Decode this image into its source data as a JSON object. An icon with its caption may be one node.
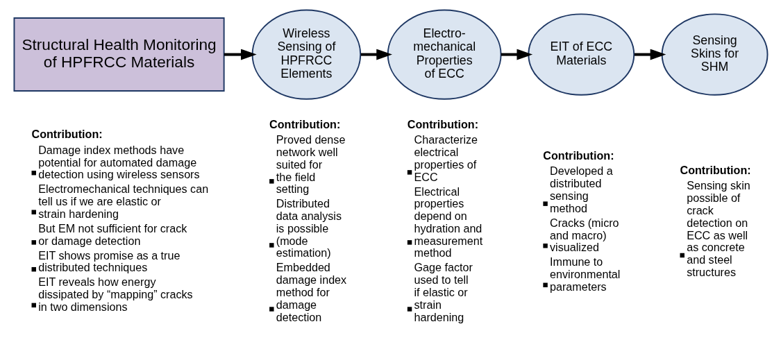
{
  "diagram": {
    "nodes": [
      {
        "text": [
          "Structural Health Monitoring of HPFRCC Materials"
        ],
        "beside": [
          "Contribution:",
          "Damage index methods have potential for automated damage detection using wireless sensors",
          "Electromechanical techniques can tell us if we are elastic or strain hardening",
          "But EM not sufficient for crack or damage detection",
          "EIT shows promise as a true distributed techniques",
          "EIT reveals how energy dissipated by “mapping” cracks in two dimensions"
        ]
      },
      {
        "text": [
          "Wireless Sensing of HPFRCC Elements"
        ],
        "beside": [
          "Contribution:",
          "Proved dense network well suited for the field setting",
          "Distributed data analysis is possible (mode estimation)",
          "Embedded damage index method for damage detection"
        ]
      },
      {
        "text": [
          "Electro-mechanical Properties of ECC"
        ],
        "beside": [
          "Contribution:",
          "Characterize electrical properties of ECC",
          "Electrical properties depend on hydration and measurement method",
          "Gage factor used to tell if elastic or strain hardening"
        ]
      },
      {
        "text": [
          "EIT of ECC Materials"
        ],
        "beside": [
          "Contribution:",
          "Developed a distributed sensing method",
          "Cracks (micro and macro) visualized",
          "Immune to environmental parameters"
        ]
      },
      {
        "text": [
          "Sensing Skins for SHM"
        ],
        "beside": [
          "Contribution:",
          "Sensing skin possible of crack detection on ECC as well as concrete and steel structures"
        ]
      }
    ],
    "edges": [
      {
        "from": 0,
        "to": 1,
        "arrow": "to"
      },
      {
        "from": 1,
        "to": 2,
        "arrow": "to"
      },
      {
        "from": 2,
        "to": 3,
        "arrow": "to"
      },
      {
        "from": 3,
        "to": 4,
        "arrow": "to"
      }
    ]
  }
}
